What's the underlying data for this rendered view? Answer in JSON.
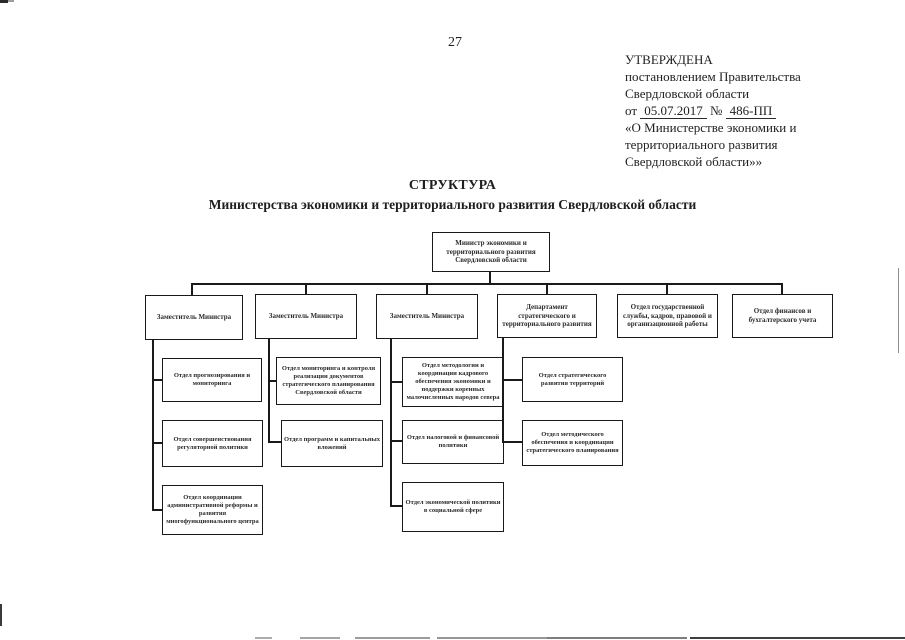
{
  "page_number": "27",
  "approval": {
    "line1": "УТВЕРЖДЕНА",
    "line2": "постановлением Правительства",
    "line3": "Свердловской области",
    "from_label": "от",
    "date": "05.07.2017",
    "number_sign": "№",
    "doc_number": "486-ПП",
    "quote_line1": "«О Министерстве экономики и",
    "quote_line2": "территориального развития",
    "quote_line3": "Свердловской области»»"
  },
  "title": "СТРУКТУРА",
  "subtitle": "Министерства экономики и территориального развития Свердловской области",
  "chart": {
    "root": "Министр экономики и территориального развития Свердловской области",
    "level2": [
      "Заместитель Министра",
      "Заместитель Министра",
      "Заместитель Министра",
      "Департамент стратегического и территориального развития",
      "Отдел государственной службы, кадров, правовой и организационной работы",
      "Отдел финансов и бухгалтерского учета"
    ],
    "branch1": [
      "Отдел прогнозирования и мониторинга",
      "Отдел совершенствования регуляторной политики",
      "Отдел координации административной реформы и развития многофункционального центра"
    ],
    "branch2": [
      "Отдел мониторинга и контроля реализации документов стратегического планирования Свердловской области",
      "Отдел программ и капитальных вложений"
    ],
    "branch3": [
      "Отдел методологии и координации кадрового обеспечения экономики и поддержки коренных малочисленных народов севера",
      "Отдел налоговой и финансовой политики",
      "Отдел экономической политики в социальной сфере"
    ],
    "branch4": [
      "Отдел стратегического развития территорий",
      "Отдел методического обеспечения и координации стратегического планирования"
    ]
  },
  "colors": {
    "ink": "#1f1f1f",
    "border": "#1a1a1a",
    "scan_gray": "#9c9c9c",
    "scan_dark": "#3f3f3f"
  }
}
